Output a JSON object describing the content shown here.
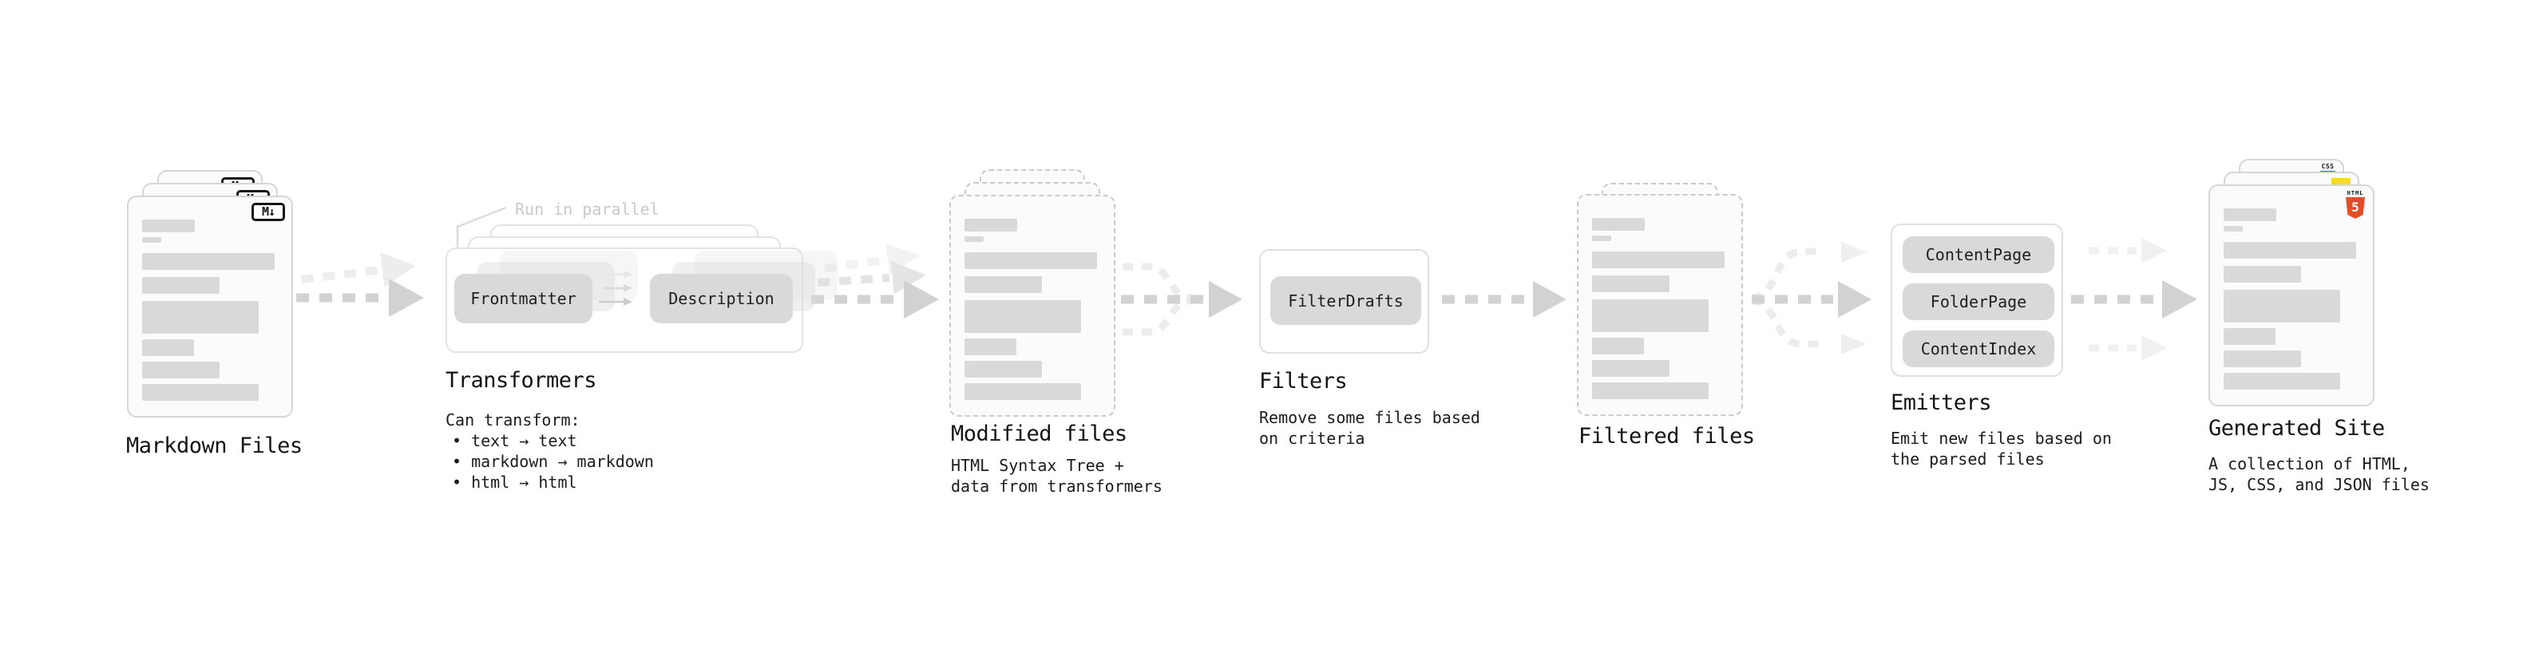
{
  "palette": {
    "card_border": "#d6d6d6",
    "dashed_border": "#c9c9c9",
    "bar_gray": "#d9d9d9",
    "chip_gray": "#d9d9d9",
    "arrow_dark": "#d2d2d2",
    "arrow_light": "#ececec",
    "html5_orange": "#e44d26",
    "js_yellow": "#f5de19",
    "css_blue": "#2965f1"
  },
  "markdown": {
    "title": "Markdown Files",
    "badge": "M↓"
  },
  "transformers": {
    "note": "Run in parallel",
    "button_left": "Frontmatter",
    "button_right": "Description",
    "title": "Transformers",
    "heading": "Can transform:",
    "bullets": [
      "• text → text",
      "• markdown → markdown",
      "• html → html"
    ]
  },
  "modified": {
    "title": "Modified files",
    "desc": [
      "HTML Syntax Tree +",
      "data from transformers"
    ]
  },
  "filters": {
    "title": "Filters",
    "button": "FilterDrafts",
    "desc": [
      "Remove some files based",
      "on criteria"
    ]
  },
  "filtered": {
    "title": "Filtered files"
  },
  "emitters": {
    "title": "Emitters",
    "buttons": [
      "ContentPage",
      "FolderPage",
      "ContentIndex"
    ],
    "desc": [
      "Emit new files based on",
      "the parsed files"
    ]
  },
  "generated": {
    "title": "Generated Site",
    "desc": [
      "A collection of HTML,",
      "JS, CSS, and JSON files"
    ],
    "css_badge": "CSS",
    "html_badge_label": "HTML",
    "html_badge_number": "5"
  }
}
